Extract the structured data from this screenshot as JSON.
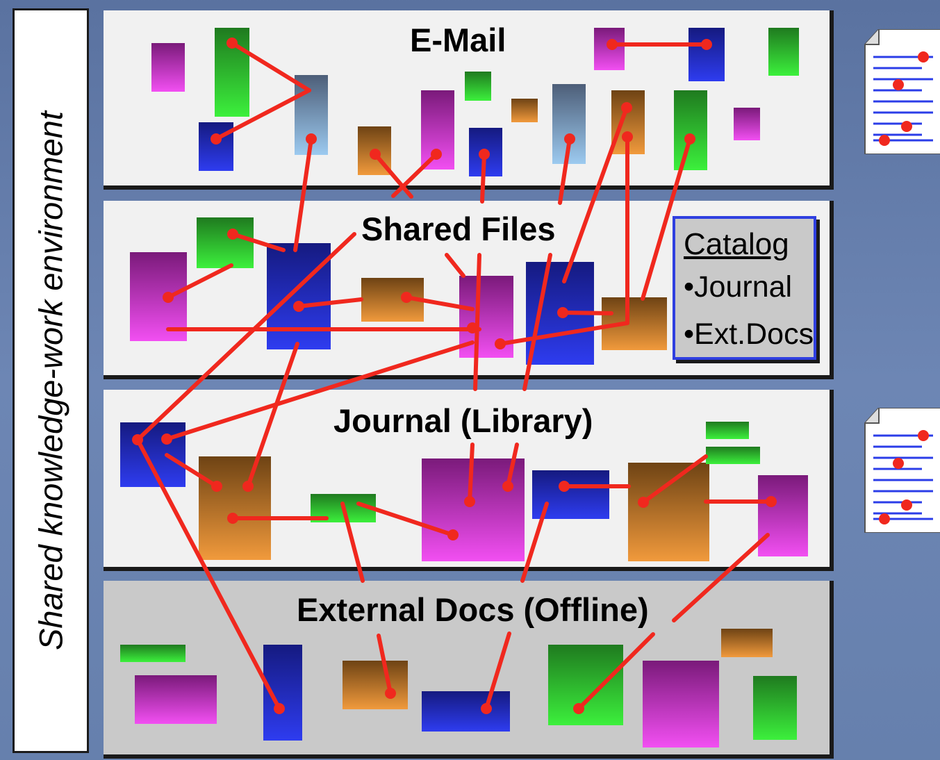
{
  "side_label": "Shared knowledge-work environment",
  "layers": {
    "email": "E-Mail",
    "files": "Shared Files",
    "journal": "Journal (Library)",
    "external": "External Docs (Offline)"
  },
  "catalog": {
    "title": "Catalog",
    "items": [
      "•Journal",
      "•Ext.Docs"
    ]
  },
  "colors": {
    "link": "#f0281e",
    "catalog_border": "#2f3fe0",
    "purple_magenta": [
      "#7a1a7a",
      "#f24ff2"
    ],
    "green": [
      "#1f7a1f",
      "#3cf03c"
    ],
    "blue": [
      "#151a80",
      "#2e3cf0"
    ],
    "brown_orange": [
      "#6e4314",
      "#f19a3c"
    ],
    "slate_sky": [
      "#4d5e78",
      "#9ccaf0"
    ]
  },
  "icons": [
    "document-icon",
    "document-icon"
  ]
}
